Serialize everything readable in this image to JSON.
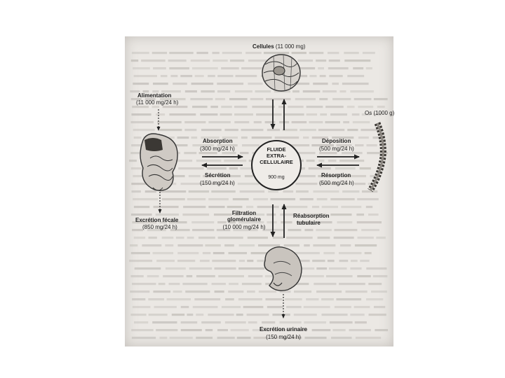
{
  "diagram": {
    "cells": {
      "title": "Cellules",
      "amount": "(11 000 mg)"
    },
    "intake": {
      "title": "Alimentation",
      "rate": "(11 000 mg/24 h)"
    },
    "bone": {
      "label": "Os (1000 g)"
    },
    "absorption": {
      "title": "Absorption",
      "rate": "(300 mg/24 h)"
    },
    "secretion": {
      "title": "Sécrétion",
      "rate": "(150 mg/24 h)"
    },
    "deposition": {
      "title": "Déposition",
      "rate": "(500 mg/24 h)"
    },
    "resorption": {
      "title": "Résorption",
      "rate": "(500 mg/24 h)"
    },
    "center": {
      "line1": "FLUIDE",
      "line2": "EXTRA-",
      "line3": "CELLULAIRE",
      "amount": "900 mg"
    },
    "fecal": {
      "title": "Excrétion fécale",
      "rate": "(850 mg/24 h)"
    },
    "filtration": {
      "line1": "Filtration",
      "line2": "glomérulaire",
      "rate": "(10 000 mg/24 h)"
    },
    "reabsorption": {
      "line1": "Réabsorption",
      "line2": "tubulaire"
    },
    "urinary": {
      "title": "Excrétion urinaire",
      "rate": "(150 mg/24 h)"
    }
  },
  "colors": {
    "page": "#ebe8e4",
    "ink": "#1e1e1e",
    "faint_text": "#b9b5b0"
  }
}
